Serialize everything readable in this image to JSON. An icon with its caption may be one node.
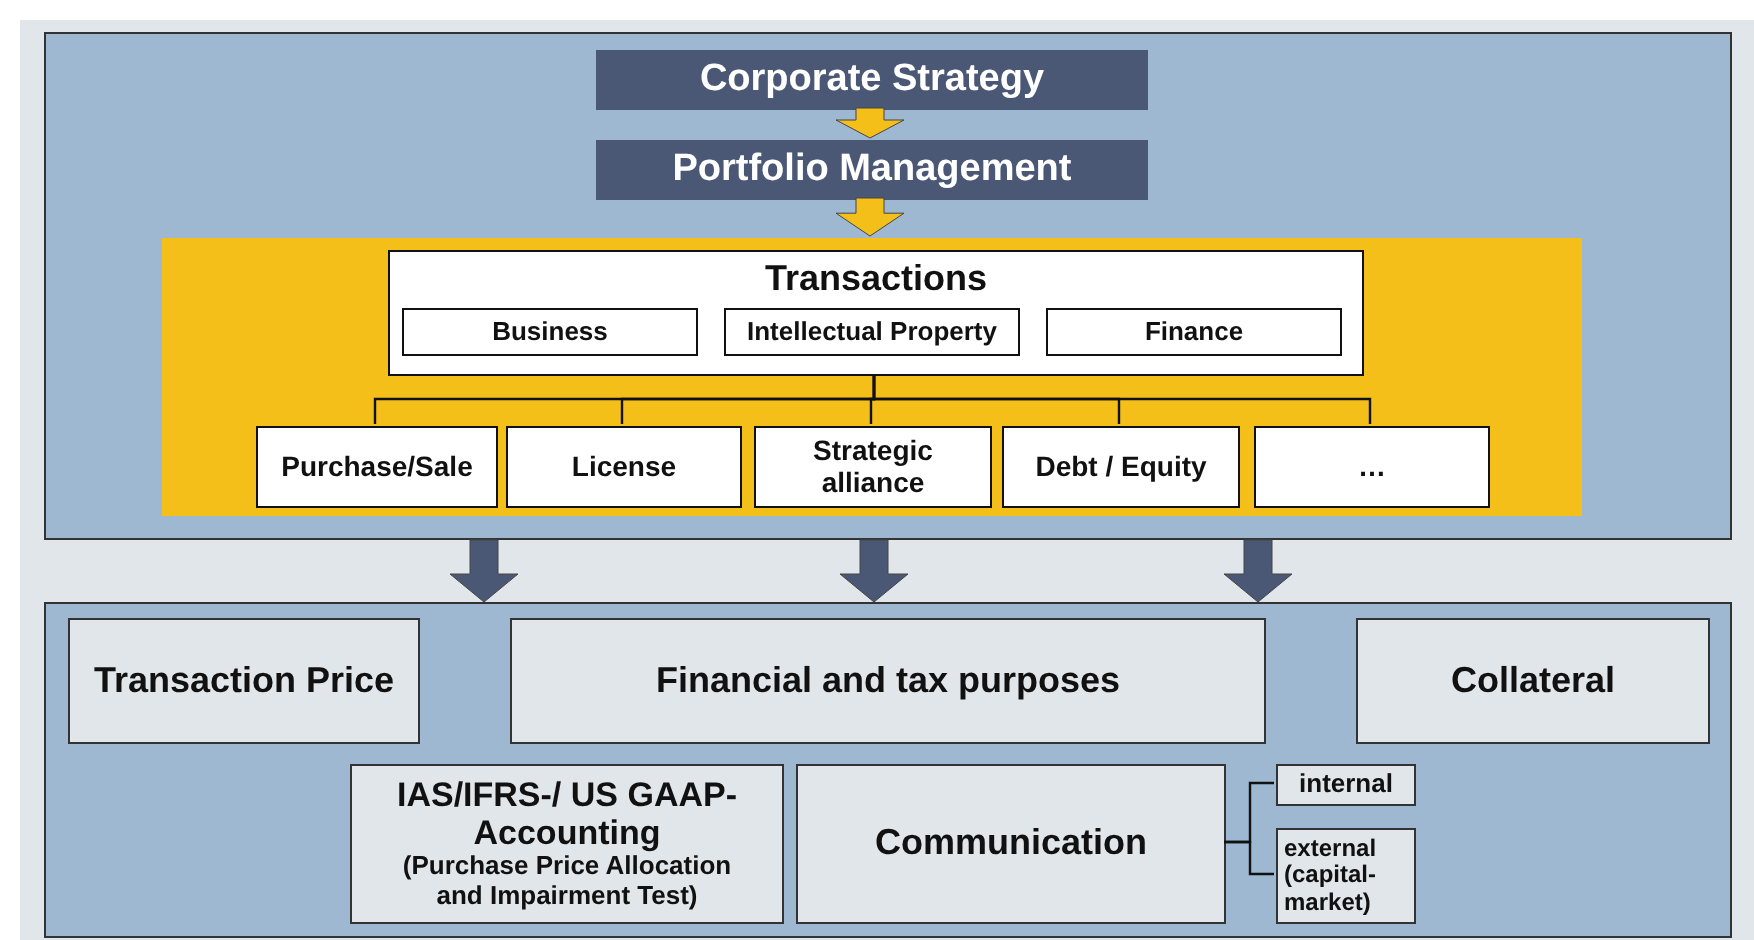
{
  "diagram": {
    "nodes": [
      {
        "text": [],
        "shape": "box"
      },
      {
        "text": [
          "Corporate Strategy"
        ],
        "in": 0
      },
      {
        "text": [
          "Portfolio Management"
        ],
        "in": 0
      },
      {
        "text": [],
        "shape": "box",
        "in": 0
      },
      {
        "text": [
          "Transactions"
        ],
        "in": 3
      },
      {
        "text": [
          "Business"
        ],
        "in": 4
      },
      {
        "text": [
          "Intellectual Property"
        ],
        "in": 4
      },
      {
        "text": [
          "Finance"
        ],
        "in": 4
      },
      {
        "text": [
          "Purchase/Sale"
        ],
        "in": 3
      },
      {
        "text": [
          "License"
        ],
        "in": 3
      },
      {
        "text": [
          "Strategic alliance"
        ],
        "in": 3
      },
      {
        "text": [
          "Debt / Equity"
        ],
        "in": 3
      },
      {
        "text": [
          "…"
        ],
        "in": 3
      },
      {
        "text": [],
        "shape": "box"
      },
      {
        "text": [
          "Transaction Price"
        ],
        "in": 13
      },
      {
        "text": [
          "Financial and tax purposes"
        ],
        "in": 13
      },
      {
        "text": [
          "Collateral"
        ],
        "in": 13
      },
      {
        "text": [
          "IAS/IFRS-/ US GAAP- Accounting",
          "(Purchase Price Allocation and Impairment Test)"
        ],
        "in": 13
      },
      {
        "text": [
          "Communication"
        ],
        "in": 13
      },
      {
        "text": [
          "internal"
        ],
        "in": 13
      },
      {
        "text": [
          "external (capital-market)"
        ],
        "in": 13
      }
    ],
    "edges": [
      {
        "from": 1,
        "to": 2,
        "arrow": "to",
        "style": "thick",
        "color": "#f5bf1a"
      },
      {
        "from": 2,
        "to": 3,
        "arrow": "to",
        "style": "thick",
        "color": "#f5bf1a"
      },
      {
        "from": 4,
        "to": 8,
        "arrow": "none"
      },
      {
        "from": 4,
        "to": 9,
        "arrow": "none"
      },
      {
        "from": 4,
        "to": 10,
        "arrow": "none"
      },
      {
        "from": 4,
        "to": 11,
        "arrow": "none"
      },
      {
        "from": 4,
        "to": 12,
        "arrow": "none"
      },
      {
        "from": 0,
        "to": 13,
        "arrow": "to",
        "style": "thick",
        "color": "#4a5875"
      },
      {
        "from": 0,
        "to": 13,
        "arrow": "to",
        "style": "thick",
        "color": "#4a5875"
      },
      {
        "from": 0,
        "to": 13,
        "arrow": "to",
        "style": "thick",
        "color": "#4a5875"
      },
      {
        "from": 18,
        "to": 19,
        "arrow": "none"
      },
      {
        "from": 18,
        "to": 20,
        "arrow": "none"
      }
    ]
  }
}
